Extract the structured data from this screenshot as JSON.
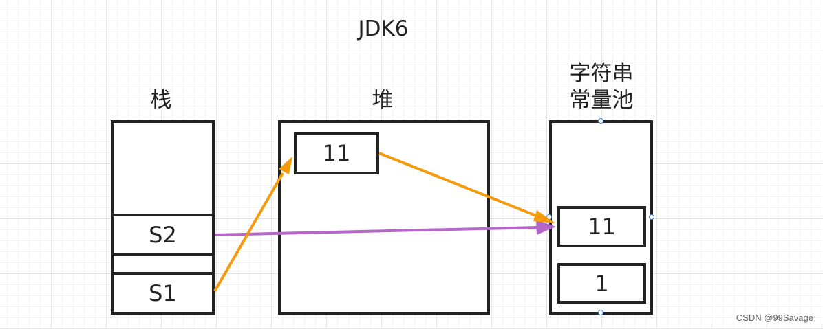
{
  "title": "JDK6",
  "columns": {
    "stack": {
      "label": "栈",
      "cells": [
        {
          "id": "s2",
          "text": "S2"
        },
        {
          "id": "s1",
          "text": "S1"
        }
      ]
    },
    "heap": {
      "label": "堆",
      "cells": [
        {
          "id": "heap11",
          "text": "11"
        }
      ]
    },
    "pool": {
      "label_line1": "字符串",
      "label_line2": "常量池",
      "cells": [
        {
          "id": "pool11",
          "text": "11"
        },
        {
          "id": "pool1",
          "text": "1"
        }
      ]
    }
  },
  "arrows": [
    {
      "from": "S1",
      "to": "heap 11",
      "color": "#f59a0c"
    },
    {
      "from": "heap 11",
      "to": "pool 11",
      "color": "#f59a0c"
    },
    {
      "from": "S2",
      "to": "pool 11",
      "color": "#b566c9"
    }
  ],
  "watermark": "CSDN @99Savage"
}
